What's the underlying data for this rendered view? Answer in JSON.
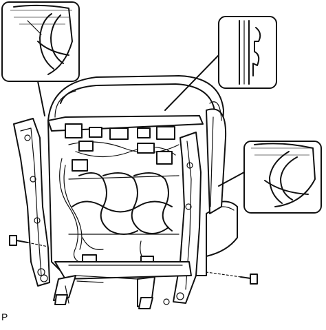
{
  "figure": {
    "illustration_code": "P",
    "parts": {
      "seatback_frame": "seatback-frame",
      "seat_cushion": "seat-cushion",
      "hog_ring_detail_top_left": "hog-ring-detail",
      "hog_ring_detail_top_right": "hook-clip-detail",
      "hog_ring_detail_right": "hog-ring-detail",
      "bolt_left": "bolt",
      "bolt_right": "bolt"
    }
  }
}
